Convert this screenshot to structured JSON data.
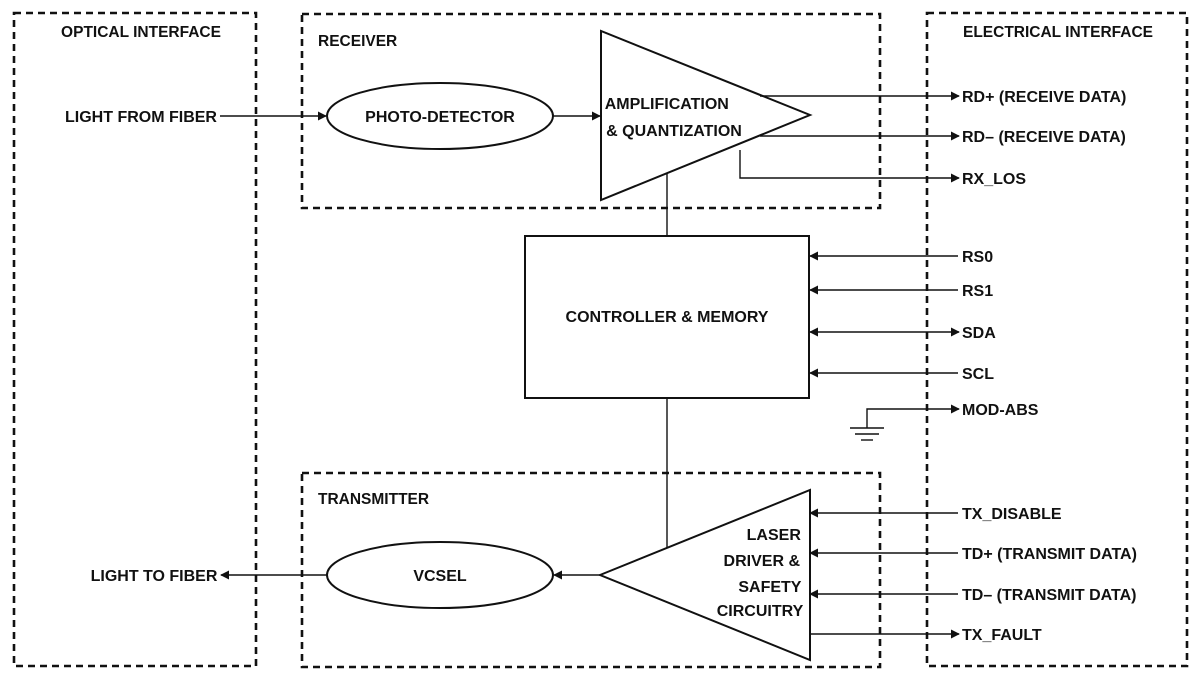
{
  "sections": {
    "optical": "OPTICAL INTERFACE",
    "electrical": "ELECTRICAL INTERFACE",
    "receiver": "RECEIVER",
    "transmitter": "TRANSMITTER"
  },
  "optical_signals": {
    "light_in": "LIGHT FROM FIBER",
    "light_out": "LIGHT TO FIBER"
  },
  "blocks": {
    "photo_detector": "PHOTO-DETECTOR",
    "amplifier": [
      "AMPLIFICATION",
      "& QUANTIZATION"
    ],
    "controller": "CONTROLLER & MEMORY",
    "vcsel": "VCSEL",
    "laser_driver": [
      "LASER",
      "DRIVER &",
      "SAFETY",
      "CIRCUITRY"
    ]
  },
  "electrical_signals": {
    "rd_plus": "RD+ (RECEIVE DATA)",
    "rd_minus": "RD– (RECEIVE DATA)",
    "rx_los": "RX_LOS",
    "rs0": "RS0",
    "rs1": "RS1",
    "sda": "SDA",
    "scl": "SCL",
    "mod_abs": "MOD-ABS",
    "tx_disable": "TX_DISABLE",
    "td_plus": "TD+ (TRANSMIT DATA)",
    "td_minus": "TD– (TRANSMIT DATA)",
    "tx_fault": "TX_FAULT"
  }
}
